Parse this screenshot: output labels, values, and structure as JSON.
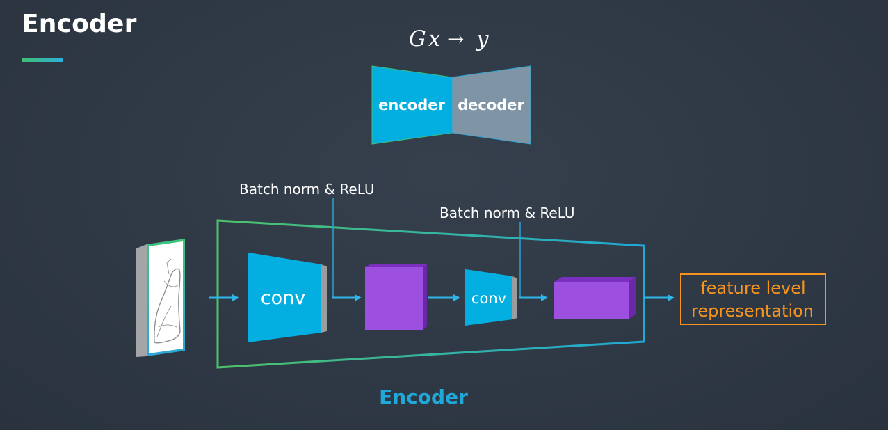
{
  "slide": {
    "title": "Encoder"
  },
  "formula": {
    "G": "G",
    "x": "x",
    "arrow": "→",
    "y": "y"
  },
  "bowtie": {
    "encoder_label": "encoder",
    "decoder_label": "decoder"
  },
  "annotations": {
    "bn_relu_1": "Batch norm & ReLU",
    "bn_relu_2": "Batch norm & ReLU"
  },
  "layers": {
    "conv1_label": "conv",
    "conv2_label": "conv"
  },
  "output": {
    "line1": "feature level",
    "line2": "representation"
  },
  "encoder_caption": "Encoder",
  "colors": {
    "background": "#2f3945",
    "conv_blue": "#03afe0",
    "feature_purple": "#9d4fe0",
    "decoder_gray": "#7f95a6",
    "orange": "#f7941d",
    "accent_green": "#3fbf74",
    "accent_blue": "#2bb0d8"
  },
  "icons": {
    "input_image": "shoe-sketch-icon",
    "flow_arrow": "arrow-right-icon"
  }
}
